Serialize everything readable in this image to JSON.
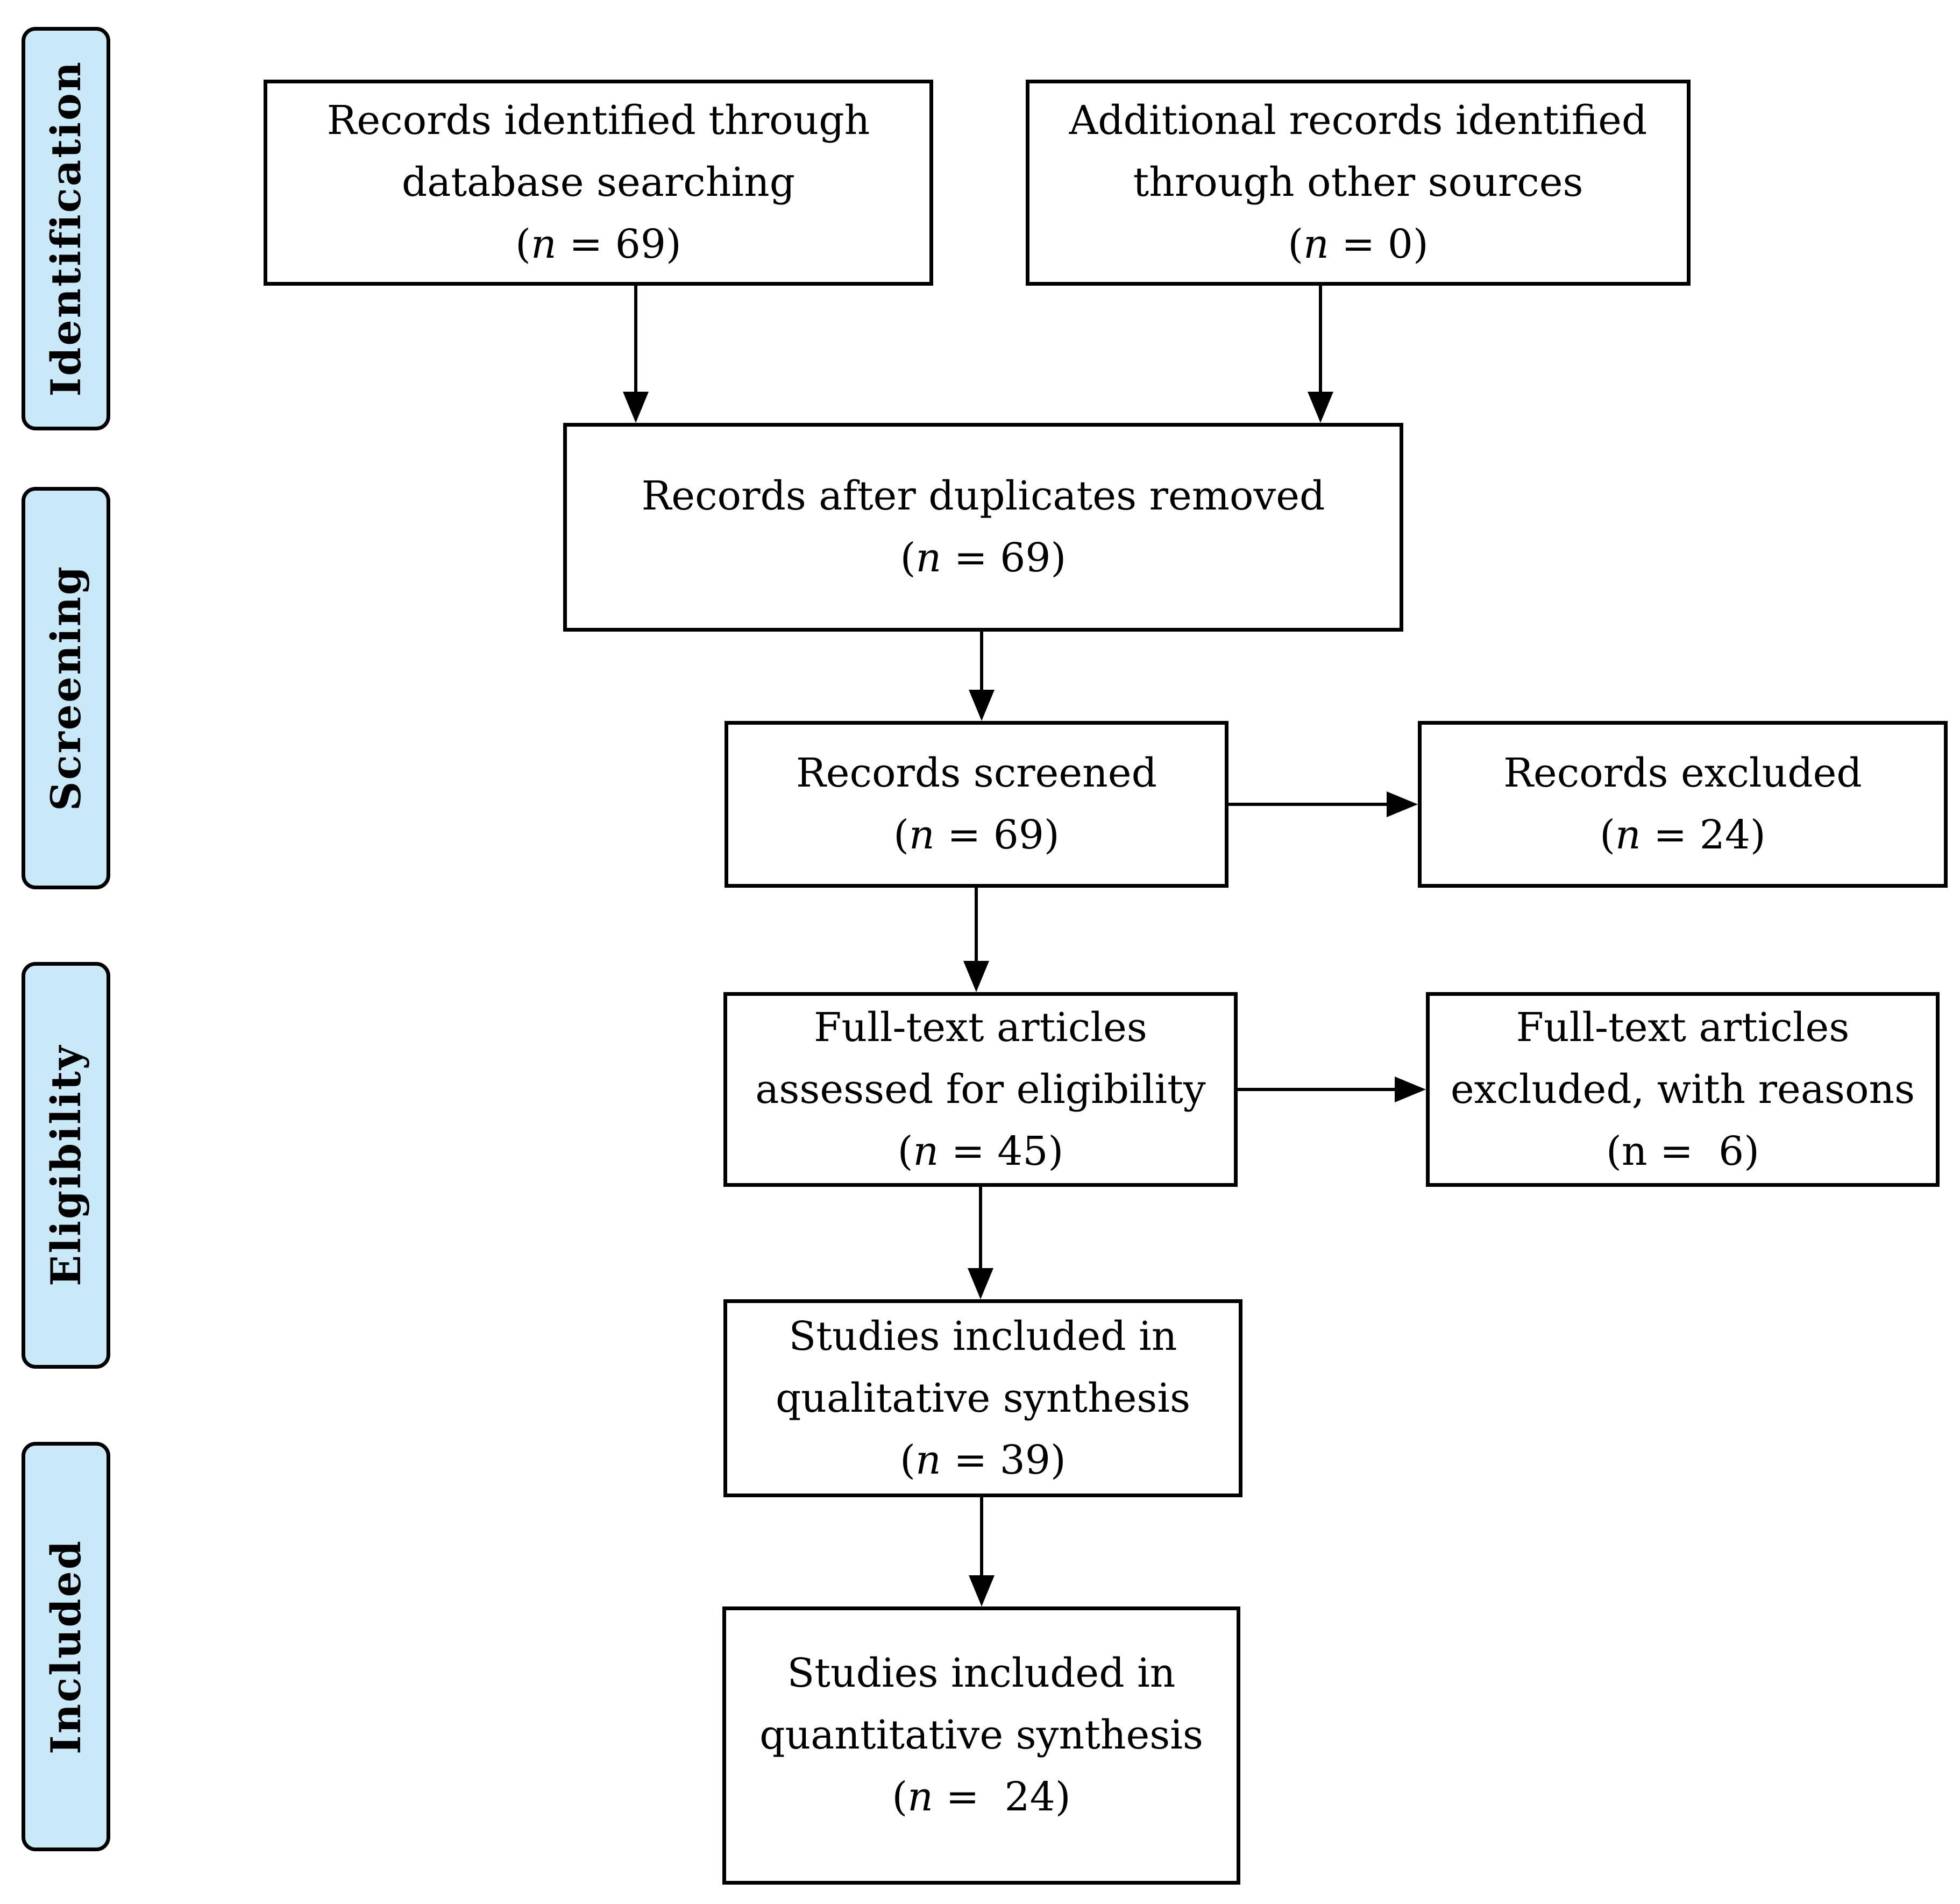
{
  "diagram": {
    "type": "prisma-flow-diagram",
    "accent_color": "#c9e9f8",
    "line_color": "#000000",
    "stages": [
      {
        "label": "Identification"
      },
      {
        "label": "Screening"
      },
      {
        "label": "Eligibility"
      },
      {
        "label": "Included"
      }
    ],
    "boxes": {
      "identified": {
        "line1": "Records identified through",
        "line2": "database searching",
        "n_open": "(",
        "n_var": "n",
        "n_var_class": "italic",
        "n_rest": " = 69)"
      },
      "additional": {
        "line1": "Additional records identified",
        "line2": "through other sources",
        "n_open": "(",
        "n_var": "n",
        "n_var_class": "italic",
        "n_rest": " = 0)"
      },
      "duplicates": {
        "line1": "Records after duplicates removed",
        "n_open": "(",
        "n_var": "n",
        "n_var_class": "italic",
        "n_rest": " = 69)"
      },
      "screened": {
        "line1": "Records screened",
        "n_open": "(",
        "n_var": "n",
        "n_var_class": "italic",
        "n_rest": " = 69)"
      },
      "excluded": {
        "line1": "Records excluded",
        "n_open": "(",
        "n_var": "n",
        "n_var_class": "italic",
        "n_rest": " = 24)"
      },
      "fulltext": {
        "line1": "Full-text articles",
        "line2": "assessed for eligibility",
        "n_open": "(",
        "n_var": "n",
        "n_var_class": "italic",
        "n_rest": " = 45)"
      },
      "ft_excluded": {
        "line1": "Full-text articles",
        "line2": "excluded, with reasons",
        "n_open": "(",
        "n_var": "n",
        "n_var_class": "upright",
        "n_rest": " =  6)"
      },
      "qualitative": {
        "line1": "Studies included in",
        "line2": "qualitative synthesis",
        "n_open": "(",
        "n_var": "n",
        "n_var_class": "italic",
        "n_rest": " = 39)"
      },
      "quantitative": {
        "line1": "Studies included in",
        "line2": "quantitative synthesis",
        "n_open": "(",
        "n_var": "n",
        "n_var_class": "italic",
        "n_rest": " =  24)"
      }
    }
  }
}
